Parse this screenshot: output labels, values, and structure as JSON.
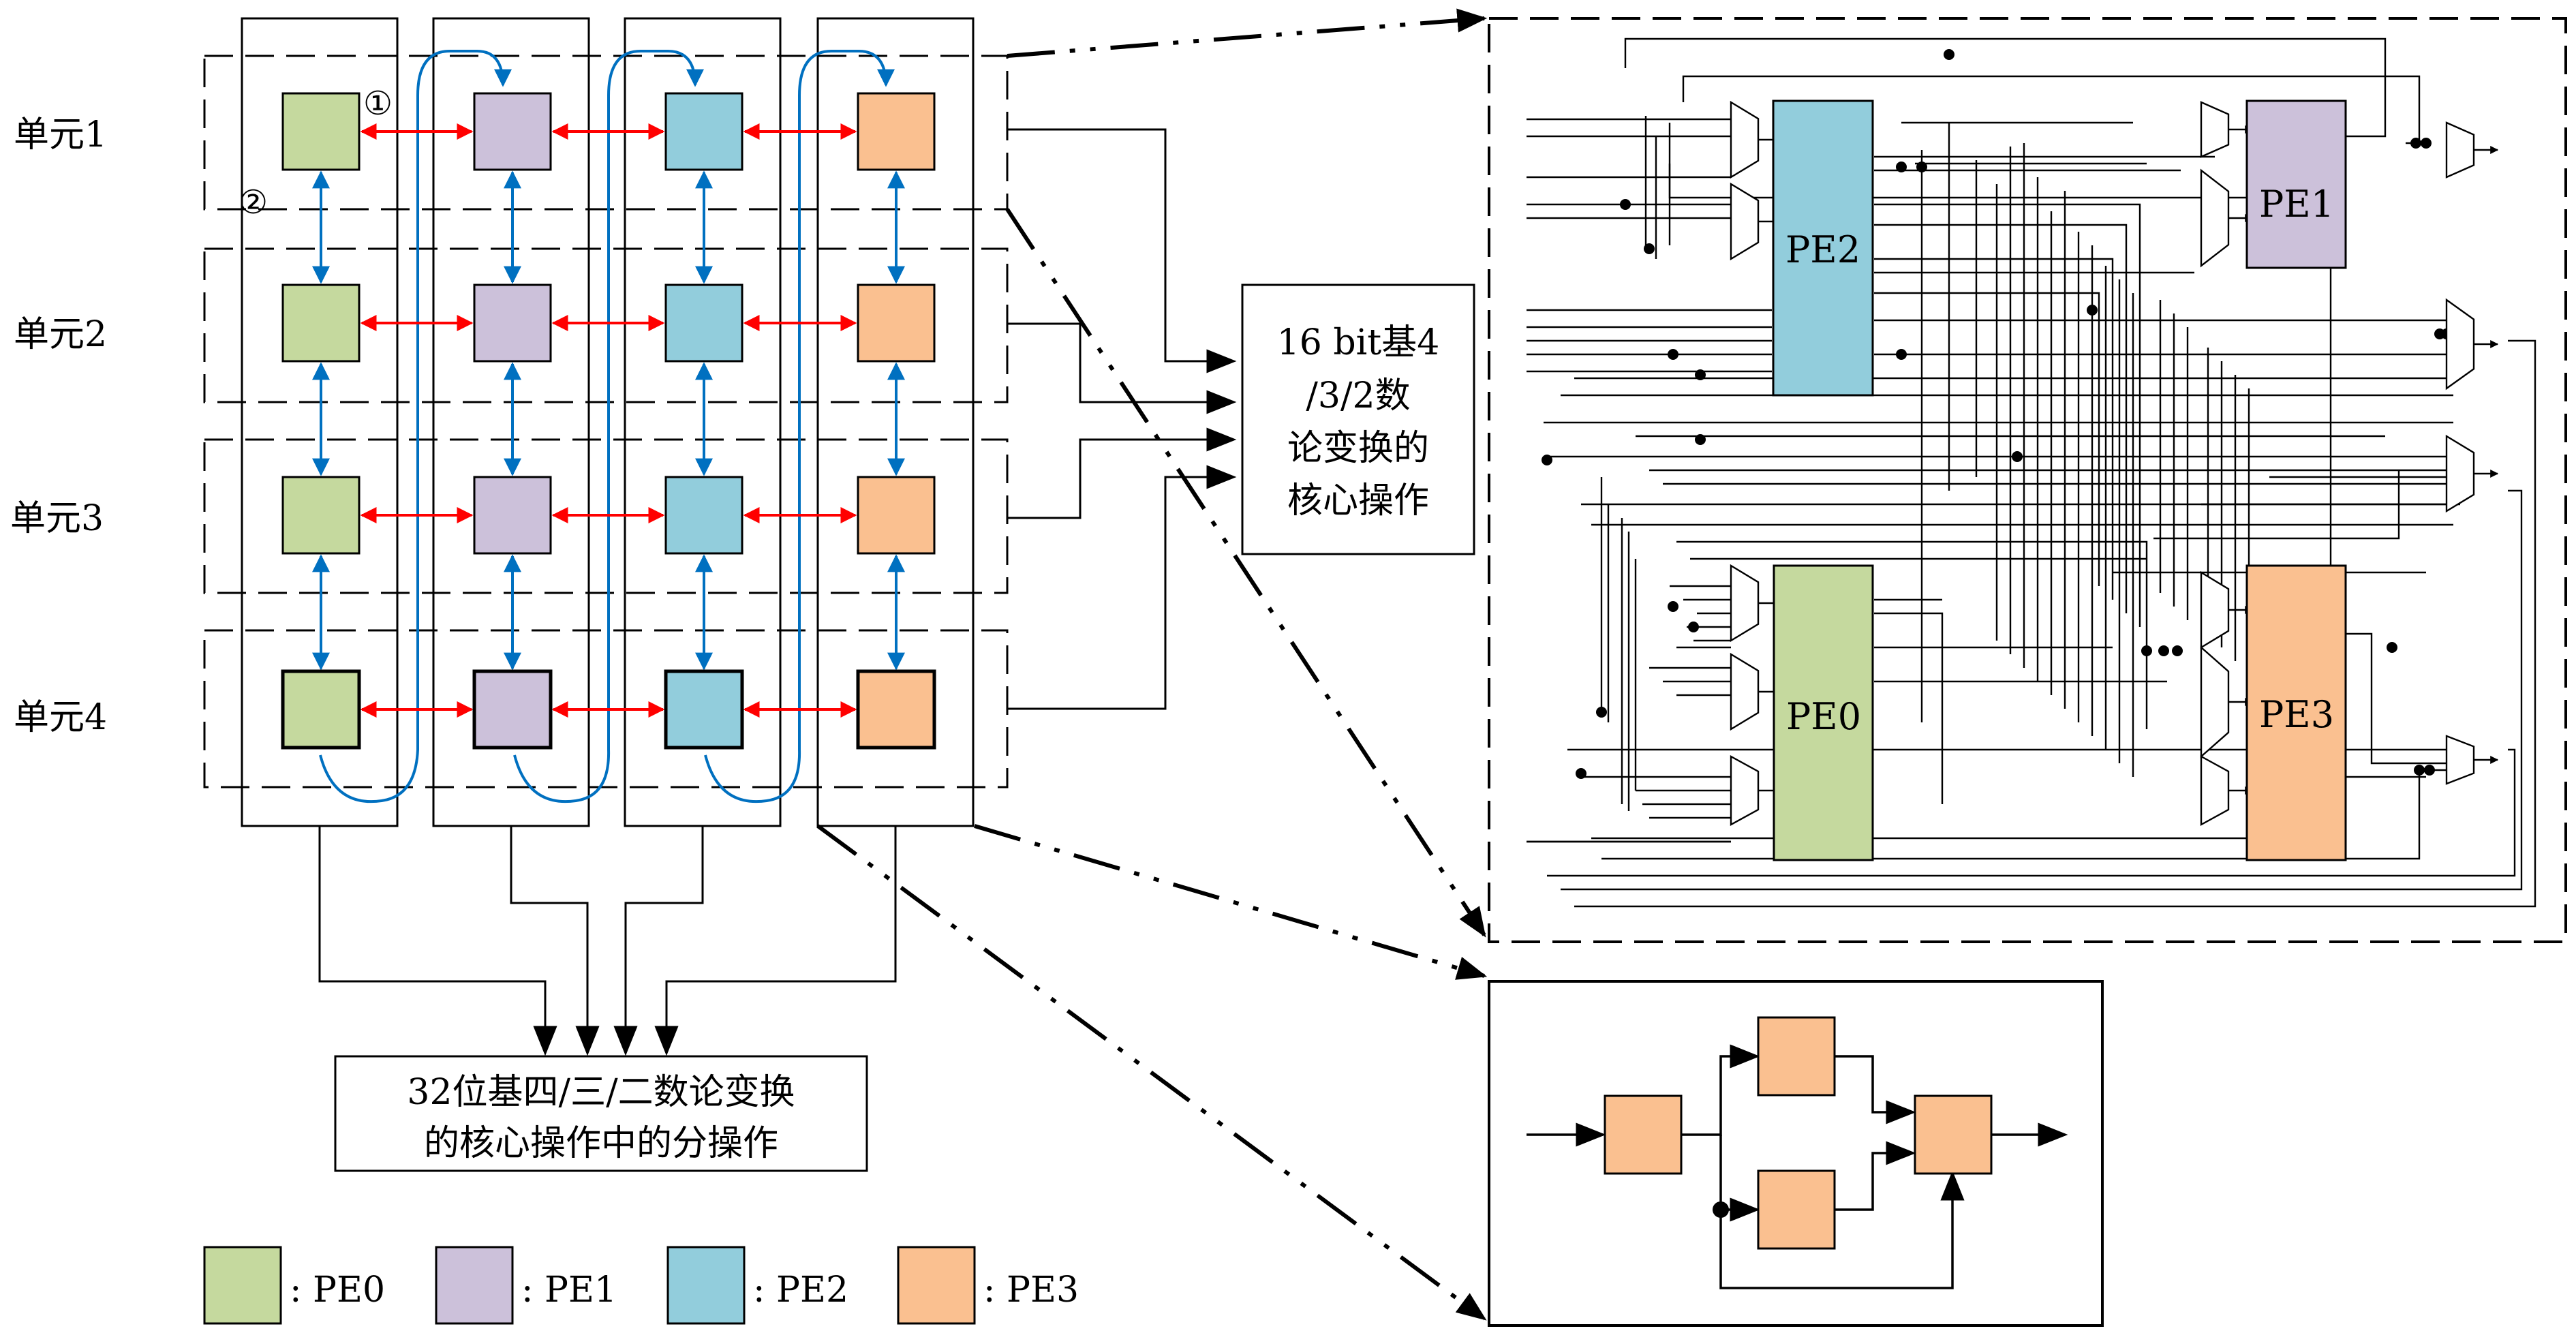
{
  "colors": {
    "pe0": "#c5d99e",
    "pe1": "#ccc1da",
    "pe2": "#92cddc",
    "pe3": "#fac090",
    "red_link": "#ff0000",
    "blue_link": "#0070c0",
    "line": "#000000"
  },
  "units": [
    "单元1",
    "单元2",
    "单元3",
    "单元4"
  ],
  "markers": {
    "m1": "①",
    "m2": "②"
  },
  "core16": [
    "16 bit基4",
    "/3/2数",
    "论变换的",
    "核心操作"
  ],
  "core32": [
    "32位基四/三/二数论变换",
    "的核心操作中的分操作"
  ],
  "detail": {
    "pe0": "PE0",
    "pe1": "PE1",
    "pe2": "PE2",
    "pe3": "PE3"
  },
  "legend": [
    {
      "key": "pe0",
      "label": ": PE0"
    },
    {
      "key": "pe1",
      "label": ": PE1"
    },
    {
      "key": "pe2",
      "label": ": PE2"
    },
    {
      "key": "pe3",
      "label": ": PE3"
    }
  ]
}
